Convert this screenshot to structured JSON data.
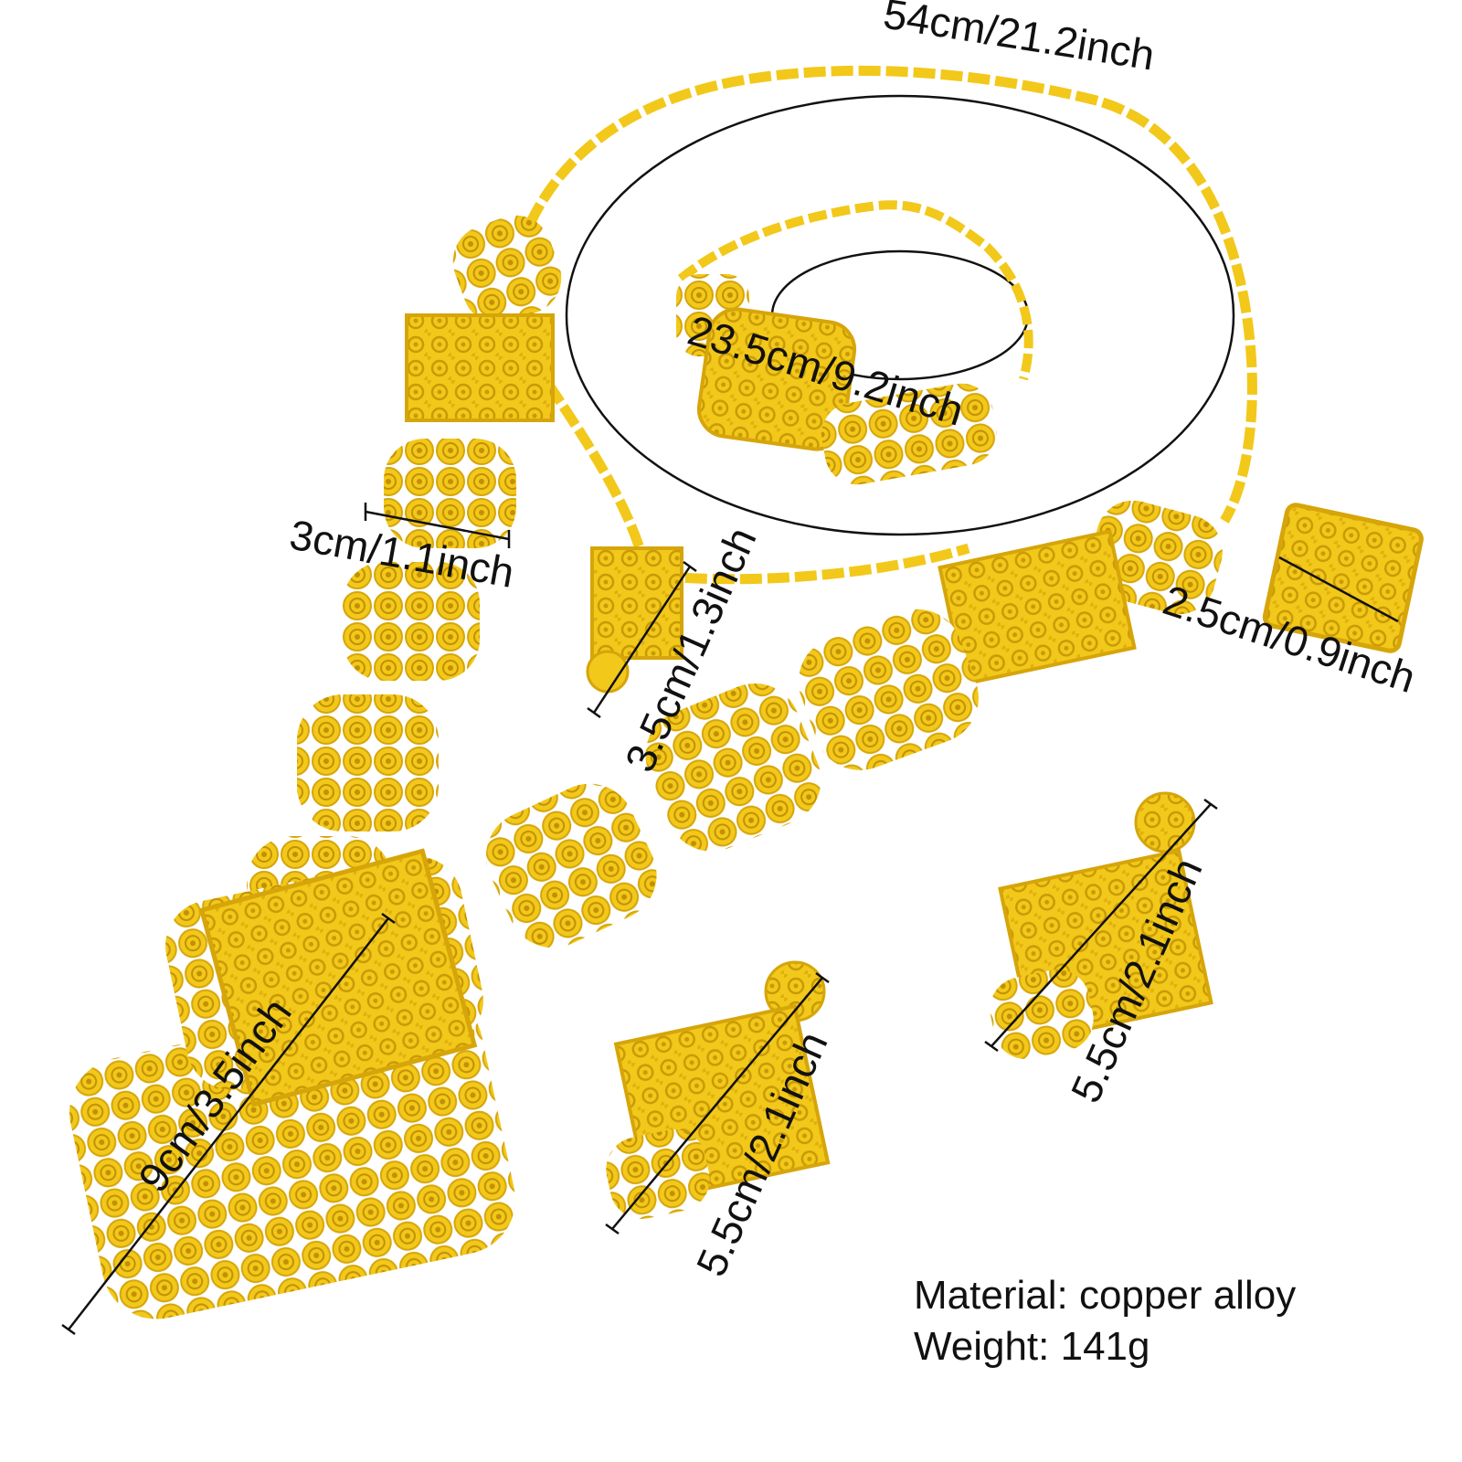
{
  "photo": {
    "subject": "jewelry-set",
    "metal_color": "#F2C81A",
    "metal_shadow": "#D6A50A",
    "metal_highlight": "#FFE45C"
  },
  "measurements": {
    "necklace_length": "54cm/21.2inch",
    "bracelet_length": "23.5cm/9.2inch",
    "link_width": "3cm/1.1inch",
    "small_pendant_length": "3.5cm/1.3inch",
    "ring_width": "2.5cm/0.9inch",
    "main_pendant_length": "9cm/3.5inch",
    "earring_left_length": "5.5cm/2.1inch",
    "earring_right_length": "5.5cm/2.1inch"
  },
  "specs": {
    "material": "Material: copper alloy",
    "weight": "Weight: 141g"
  }
}
